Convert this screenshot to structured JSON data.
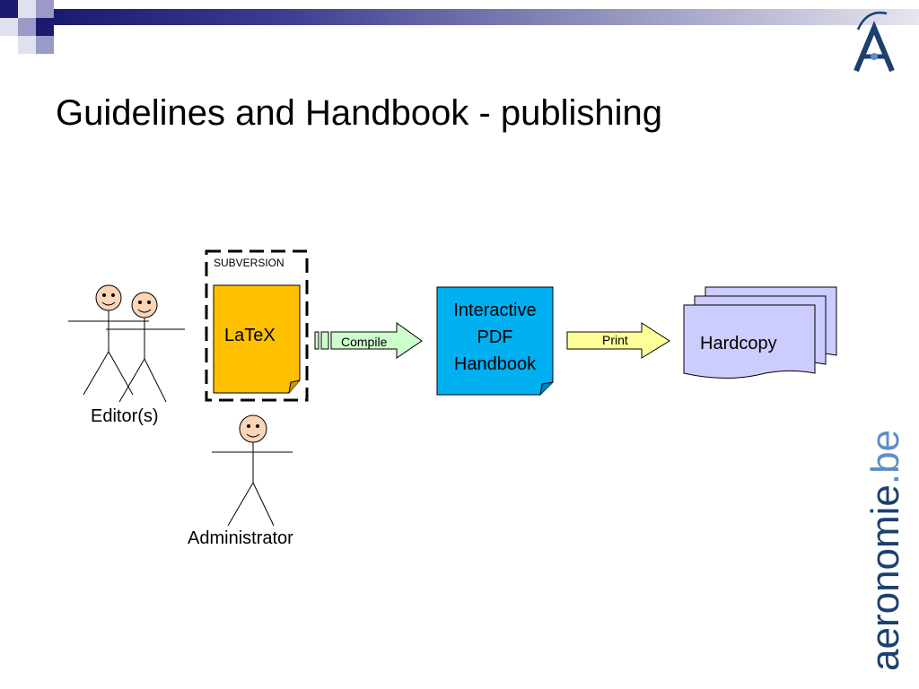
{
  "slide": {
    "title": "Guidelines and Handbook - publishing"
  },
  "diagram": {
    "subversion_label": "SUBVERSION",
    "latex_label": "LaTeX",
    "compile_label": "Compile",
    "pdf_label_lines": [
      "Interactive",
      "PDF",
      "Handbook"
    ],
    "print_label": "Print",
    "hardcopy_label": "Hardcopy",
    "editors_label": "Editor(s)",
    "administrator_label": "Administrator"
  },
  "branding": {
    "site_name": "aeronomie",
    "site_dot": ".",
    "site_tld": "be"
  },
  "colors": {
    "latex_fill": "#ffc000",
    "pdf_fill": "#00b0f0",
    "compile_fill": "#ccffcc",
    "print_fill": "#ffff99",
    "hardcopy_fill": "#ccccff",
    "face_fill": "#fbd5b5",
    "title_bar_dark": "#1a1a6e"
  }
}
